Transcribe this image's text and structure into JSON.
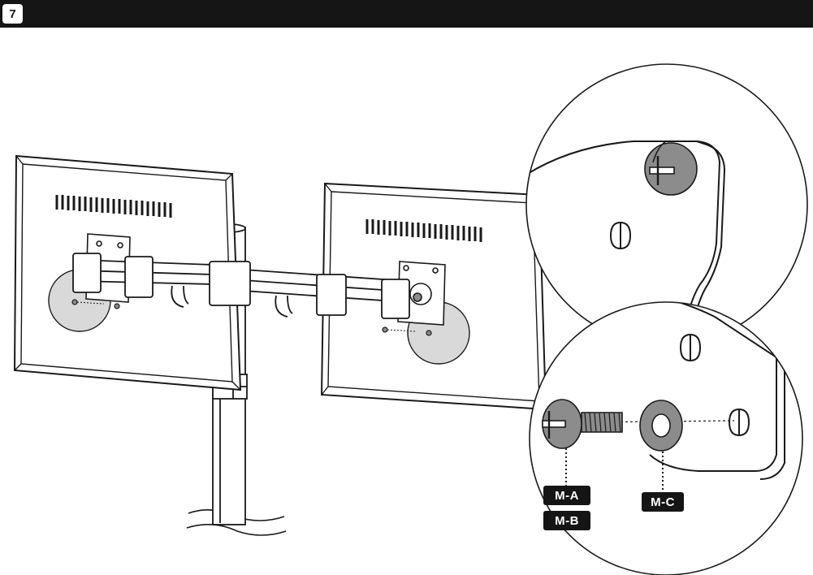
{
  "header": {
    "step_number": "7"
  },
  "labels": {
    "ma": "M-A",
    "mb": "M-B",
    "mc": "M-C"
  },
  "colors": {
    "bar": "#151515",
    "highlight": "#d9d9d9",
    "part_fill": "#8c8c8c",
    "line": "#1a1a1a"
  },
  "icons": [
    "screw-icon",
    "washer-icon",
    "bolt-icon"
  ]
}
